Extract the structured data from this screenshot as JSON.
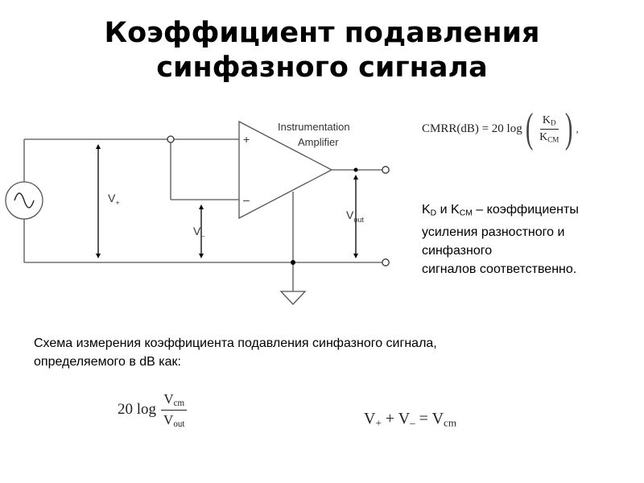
{
  "title": {
    "line1": "Коэффициент подавления",
    "line2": "синфазного сигнала"
  },
  "diagram": {
    "amp_label_line1": "Instrumentation",
    "amp_label_line2": "Amplifier",
    "plus_sign": "+",
    "minus_sign": "–",
    "v_plus": {
      "base": "V",
      "sub": "+"
    },
    "v_minus": {
      "base": "V",
      "sub": "–"
    },
    "v_out": {
      "base": "V",
      "sub": "out"
    }
  },
  "cmrr_formula": {
    "lhs": "CMRR(dB) = 20 log",
    "num": {
      "base": "K",
      "sub": "D"
    },
    "den": {
      "base": "K",
      "sub": "CM"
    },
    "tail": ","
  },
  "description": {
    "kd": {
      "base": "K",
      "sub": "D"
    },
    "and": " и ",
    "kcm": {
      "base": "K",
      "sub": "CM"
    },
    "line1_rest": " – коэффициенты",
    "line2": "усиления разностного и",
    "line3": "синфазного",
    "line4": "сигналов соответственно."
  },
  "caption": {
    "line1": "Схема измерения коэффициента подавления синфазного сигнала,",
    "line2": "определяемого в dB как:"
  },
  "formula_log": {
    "prefix": "20 log",
    "num": {
      "base": "V",
      "sub": "cm"
    },
    "den": {
      "base": "V",
      "sub": "out"
    }
  },
  "formula_sum": {
    "a": {
      "base": "V",
      "sub": "+"
    },
    "plus": " + ",
    "b": {
      "base": "V",
      "sub": "–"
    },
    "eq": " = ",
    "c": {
      "base": "V",
      "sub": "cm"
    }
  }
}
